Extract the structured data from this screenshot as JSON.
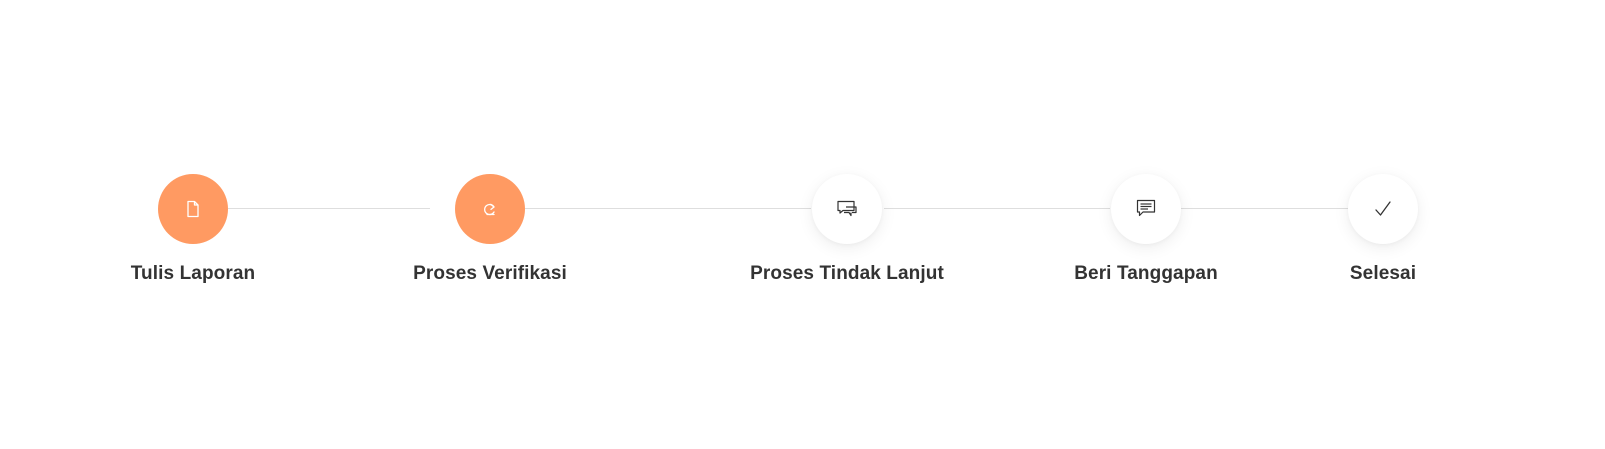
{
  "colors": {
    "accent": "#ff9a62",
    "inactive_bg": "#ffffff",
    "label_text": "#333333",
    "connector": "#dedede"
  },
  "steps": [
    {
      "label": "Tulis Laporan",
      "icon": "document-icon",
      "state": "active"
    },
    {
      "label": "Proses Verifikasi",
      "icon": "redo-arrow-icon",
      "state": "active"
    },
    {
      "label": "Proses Tindak Lanjut",
      "icon": "chat-bubbles-icon",
      "state": "inactive"
    },
    {
      "label": "Beri Tanggapan",
      "icon": "message-icon",
      "state": "inactive"
    },
    {
      "label": "Selesai",
      "icon": "checkmark-icon",
      "state": "inactive"
    }
  ]
}
